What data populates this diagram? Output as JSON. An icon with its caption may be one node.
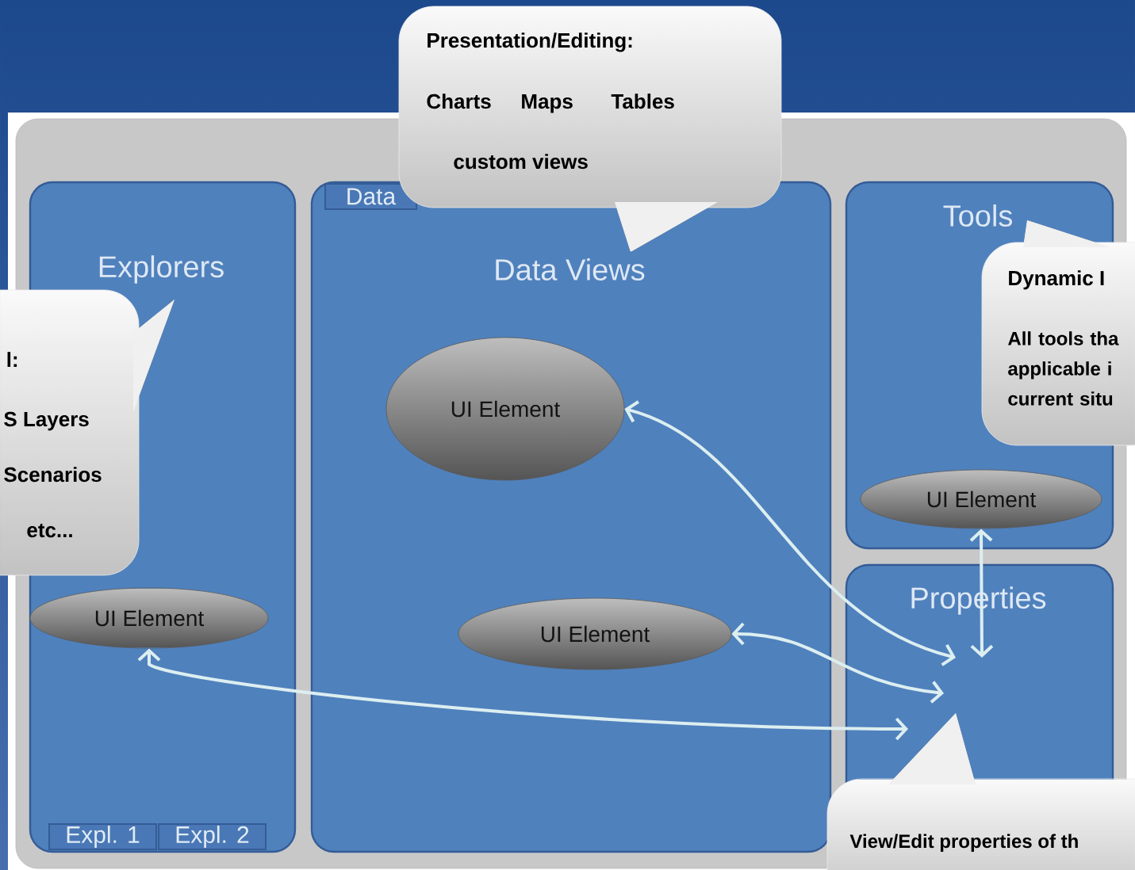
{
  "diagram": {
    "nodes": [
      {
        "text": [],
        "shape": "box"
      },
      {
        "text": [
          "Explorers"
        ],
        "in": 0
      },
      {
        "text": [
          "Data Views"
        ],
        "in": 0
      },
      {
        "text": [
          "Data"
        ],
        "in": 2
      },
      {
        "text": [
          "Tools"
        ],
        "in": 0
      },
      {
        "text": [
          "Properties"
        ],
        "in": 0
      },
      {
        "text": [
          "Presentation/Editing:",
          "Charts",
          "Maps",
          "Tables",
          "custom views"
        ]
      },
      {
        "text": [
          "l:",
          "S Layers",
          "Scenarios",
          "etc..."
        ]
      },
      {
        "text": [
          "Dynamic I",
          "All tools tha applicable i current situ"
        ]
      },
      {
        "text": [
          "UI Element"
        ],
        "in": 2
      },
      {
        "text": [
          "UI Element"
        ],
        "in": 4
      },
      {
        "text": [
          "UI Element"
        ],
        "in": 1
      },
      {
        "text": [
          "UI Element"
        ],
        "in": 2
      },
      {
        "text": [
          "Expl. 1"
        ],
        "in": 1
      },
      {
        "text": [
          "Expl. 2"
        ],
        "in": 1
      },
      {
        "text": [
          "View/Edit properties of th"
        ]
      }
    ],
    "edges": [
      {
        "from": 9,
        "to": 5,
        "arrow": "both"
      },
      {
        "from": 12,
        "to": 5,
        "arrow": "both"
      },
      {
        "from": 11,
        "to": 5,
        "arrow": "both"
      },
      {
        "from": 10,
        "to": 5,
        "arrow": "both"
      }
    ]
  }
}
